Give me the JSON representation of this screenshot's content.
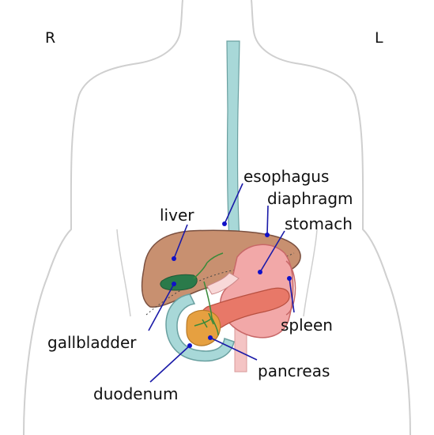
{
  "orientation": {
    "right": "R",
    "left": "L"
  },
  "labels": {
    "esophagus": "esophagus",
    "diaphragm": "diaphragm",
    "stomach": "stomach",
    "liver": "liver",
    "spleen": "spleen",
    "gallbladder": "gallbladder",
    "pancreas": "pancreas",
    "duodenum": "duodenum"
  },
  "colors": {
    "body_outline": "#cfcfcf",
    "esophagus": "#a8d8d8",
    "liver": "#c89070",
    "stomach": "#f2a8a8",
    "pancreas": "#e87868",
    "gallbladder": "#2a7a4a",
    "duodenum": "#a8d8d8",
    "bile_ducts": "#3a8a3a",
    "leader_lines": "#1a1aa8"
  }
}
